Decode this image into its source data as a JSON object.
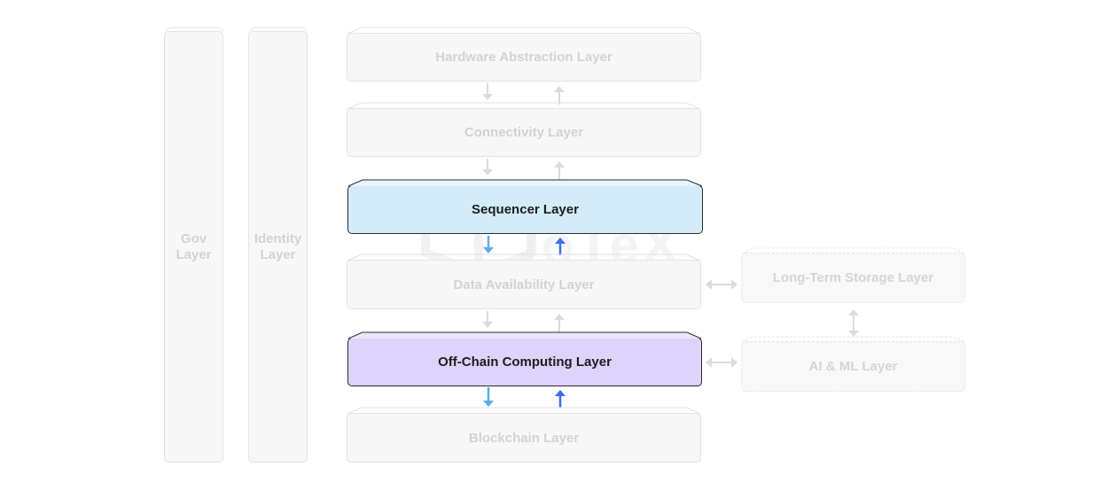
{
  "layers": {
    "gov": "Gov\nLayer",
    "identity": "Identity\nLayer",
    "hardware": "Hardware Abstraction Layer",
    "connectivity": "Connectivity Layer",
    "sequencer": "Sequencer Layer",
    "data_availability": "Data Availability Layer",
    "off_chain": "Off-Chain Computing Layer",
    "blockchain": "Blockchain Layer",
    "long_term_storage": "Long-Term Storage Layer",
    "ai_ml": "AI & ML Layer"
  },
  "watermark": {
    "text": "IoTeX"
  },
  "colors": {
    "sequencer_fill": "#d3ecfa",
    "off_chain_fill": "#ddd3fb",
    "arrow_down": "#5aaee6",
    "arrow_up": "#3c6cf0",
    "faded_arrow": "#dcdcdc"
  }
}
